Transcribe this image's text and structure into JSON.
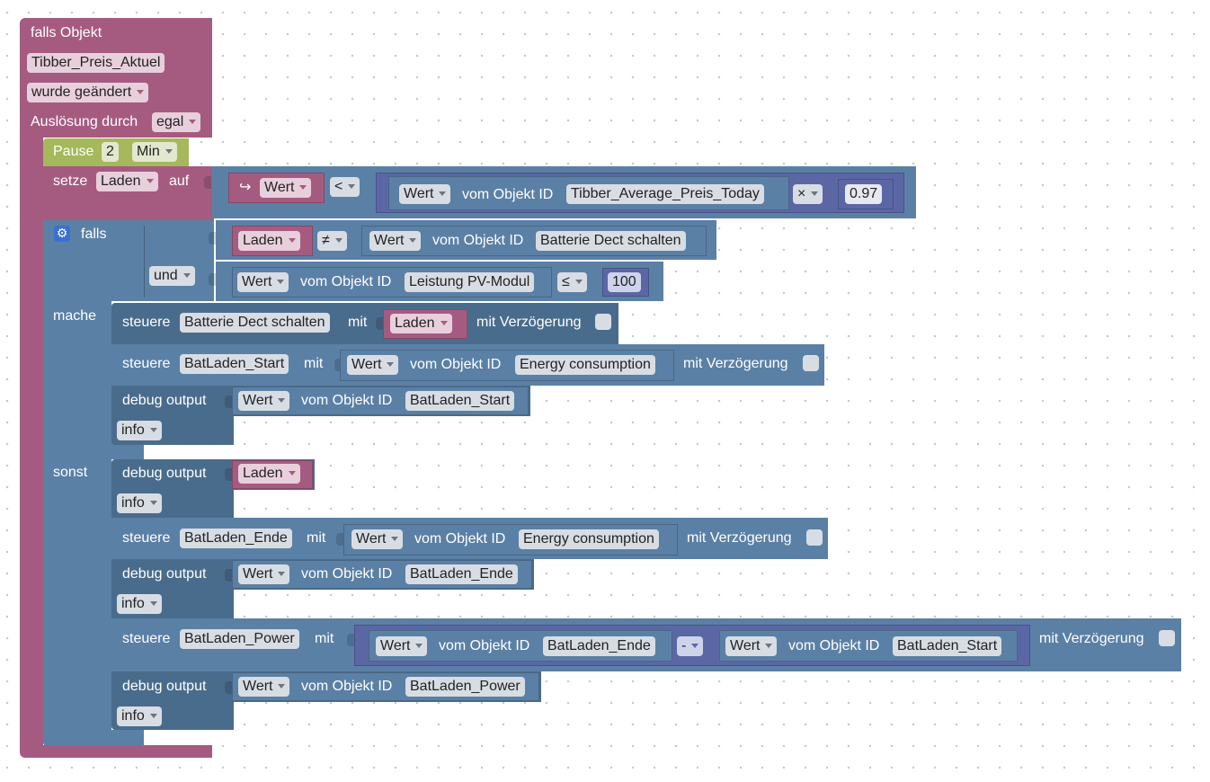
{
  "trigger": {
    "label": "falls Objekt",
    "object": "Tibber_Preis_Aktuel",
    "condition": "wurde geändert",
    "trigger_by_label": "Auslösung durch",
    "trigger_by_value": "egal"
  },
  "pause": {
    "label": "Pause",
    "value": "2",
    "unit": "Min"
  },
  "set_var": {
    "label": "setze",
    "var": "Laden",
    "auf": "auf",
    "arrow": "↪",
    "wert": "Wert",
    "op": "<",
    "obj_wert": "Wert",
    "vom_label": "vom Objekt ID",
    "obj_id": "Tibber_Average_Preis_Today",
    "mul": "×",
    "factor": "0.97"
  },
  "if_block": {
    "falls": "falls",
    "cond1": {
      "var": "Laden",
      "op": "≠",
      "wert": "Wert",
      "vom_label": "vom Objekt ID",
      "obj_id": "Batterie Dect schalten"
    },
    "and": "und",
    "cond2": {
      "wert": "Wert",
      "vom_label": "vom Objekt ID",
      "obj_id": "Leistung PV-Modul",
      "op": "≤",
      "value": "100"
    },
    "mache": "mache",
    "sonst": "sonst"
  },
  "mache": [
    {
      "steuere": "steuere",
      "obj": "Batterie Dect schalten",
      "mit": "mit",
      "var": "Laden",
      "delay": "mit Verzögerung"
    },
    {
      "steuere": "steuere",
      "obj": "BatLaden_Start",
      "mit": "mit",
      "wert": "Wert",
      "vom_label": "vom Objekt ID",
      "obj_id": "Energy consumption",
      "delay": "mit Verzögerung"
    },
    {
      "debug": "debug output",
      "wert": "Wert",
      "vom_label": "vom Objekt ID",
      "obj_id": "BatLaden_Start",
      "level": "info"
    }
  ],
  "sonst": [
    {
      "debug": "debug output",
      "var": "Laden",
      "level": "info"
    },
    {
      "steuere": "steuere",
      "obj": "BatLaden_Ende",
      "mit": "mit",
      "wert": "Wert",
      "vom_label": "vom Objekt ID",
      "obj_id": "Energy consumption",
      "delay": "mit Verzögerung"
    },
    {
      "debug": "debug output",
      "wert": "Wert",
      "vom_label": "vom Objekt ID",
      "obj_id": "BatLaden_Ende",
      "level": "info"
    },
    {
      "steuere": "steuere",
      "obj": "BatLaden_Power",
      "mit": "mit",
      "wert1": "Wert",
      "vom_label1": "vom Objekt ID",
      "obj_id1": "BatLaden_Ende",
      "op": "-",
      "wert2": "Wert",
      "vom_label2": "vom Objekt ID",
      "obj_id2": "BatLaden_Start",
      "delay": "mit Verzögerung"
    },
    {
      "debug": "debug output",
      "wert": "Wert",
      "vom_label": "vom Objekt ID",
      "obj_id": "BatLaden_Power",
      "level": "info"
    }
  ],
  "colors": {
    "event": "#a55b80",
    "logic": "#5b80a5",
    "timeout": "#a5b85b",
    "operator": "#5b67a5",
    "variable": "#a55b80"
  },
  "icons": {
    "gear": "gear-icon",
    "arrow": "return-arrow-icon"
  }
}
